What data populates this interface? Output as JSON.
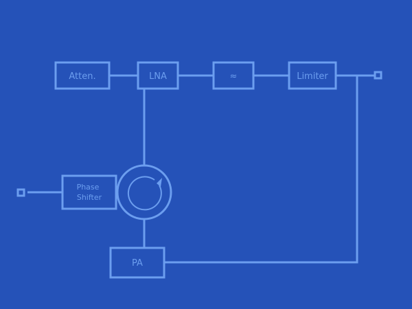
{
  "diagram": {
    "blocks": {
      "atten": "Atten.",
      "lna": "LNA",
      "filter": "≈",
      "limiter": "Limiter",
      "phase_line1": "Phase",
      "phase_line2": "Shifter",
      "pa": "PA"
    }
  }
}
